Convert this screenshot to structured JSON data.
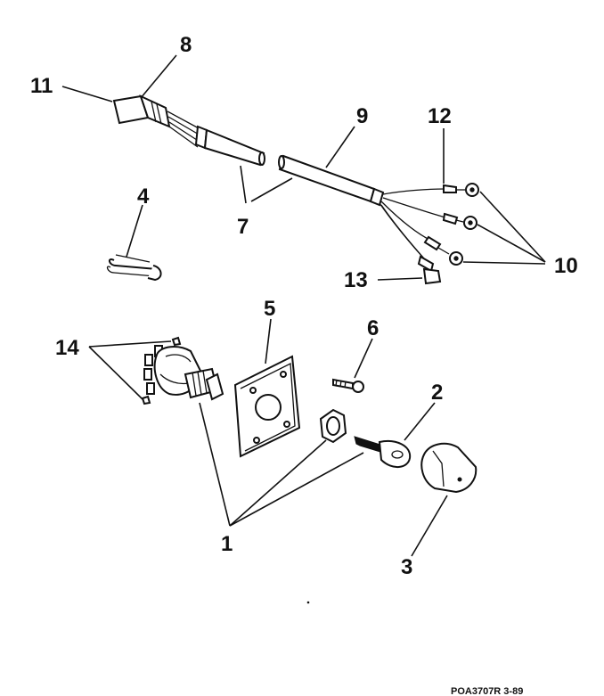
{
  "callouts": {
    "c1": "1",
    "c2": "2",
    "c3": "3",
    "c4": "4",
    "c5": "5",
    "c6": "6",
    "c7": "7",
    "c8": "8",
    "c9": "9",
    "c10": "10",
    "c11": "11",
    "c12": "12",
    "c13": "13",
    "c14": "14"
  },
  "footer_code": "POA3707R    3-89"
}
